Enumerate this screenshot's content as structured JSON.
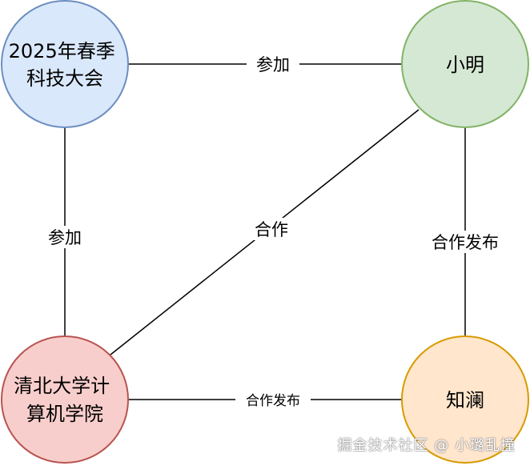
{
  "diagram": {
    "nodes": [
      {
        "id": "conf",
        "name": "node-conference",
        "lines": [
          "2025年春季",
          "科技大会"
        ],
        "fill": "#dae8fc",
        "stroke": "#6c8ebf"
      },
      {
        "id": "ming",
        "name": "node-xiaoming",
        "lines": [
          "小明"
        ],
        "fill": "#d5e8d4",
        "stroke": "#82b366"
      },
      {
        "id": "thu",
        "name": "node-tsinghua",
        "lines": [
          "清北大学计",
          "算机学院"
        ],
        "fill": "#f8cecc",
        "stroke": "#b85450"
      },
      {
        "id": "zl",
        "name": "node-zhilan",
        "lines": [
          "知澜"
        ],
        "fill": "#ffe6cc",
        "stroke": "#d79b00"
      }
    ],
    "edges": [
      {
        "id": "e1",
        "from": "conf",
        "to": "ming",
        "label": "参加"
      },
      {
        "id": "e2",
        "from": "conf",
        "to": "thu",
        "label": "参加"
      },
      {
        "id": "e3",
        "from": "ming",
        "to": "thu",
        "label": "合作"
      },
      {
        "id": "e4",
        "from": "ming",
        "to": "zl",
        "label": "合作发布"
      },
      {
        "id": "e5",
        "from": "thu",
        "to": "zl",
        "label": "合作发布"
      }
    ]
  },
  "watermark": "掘金技术社区 @ 小璐乱撞"
}
